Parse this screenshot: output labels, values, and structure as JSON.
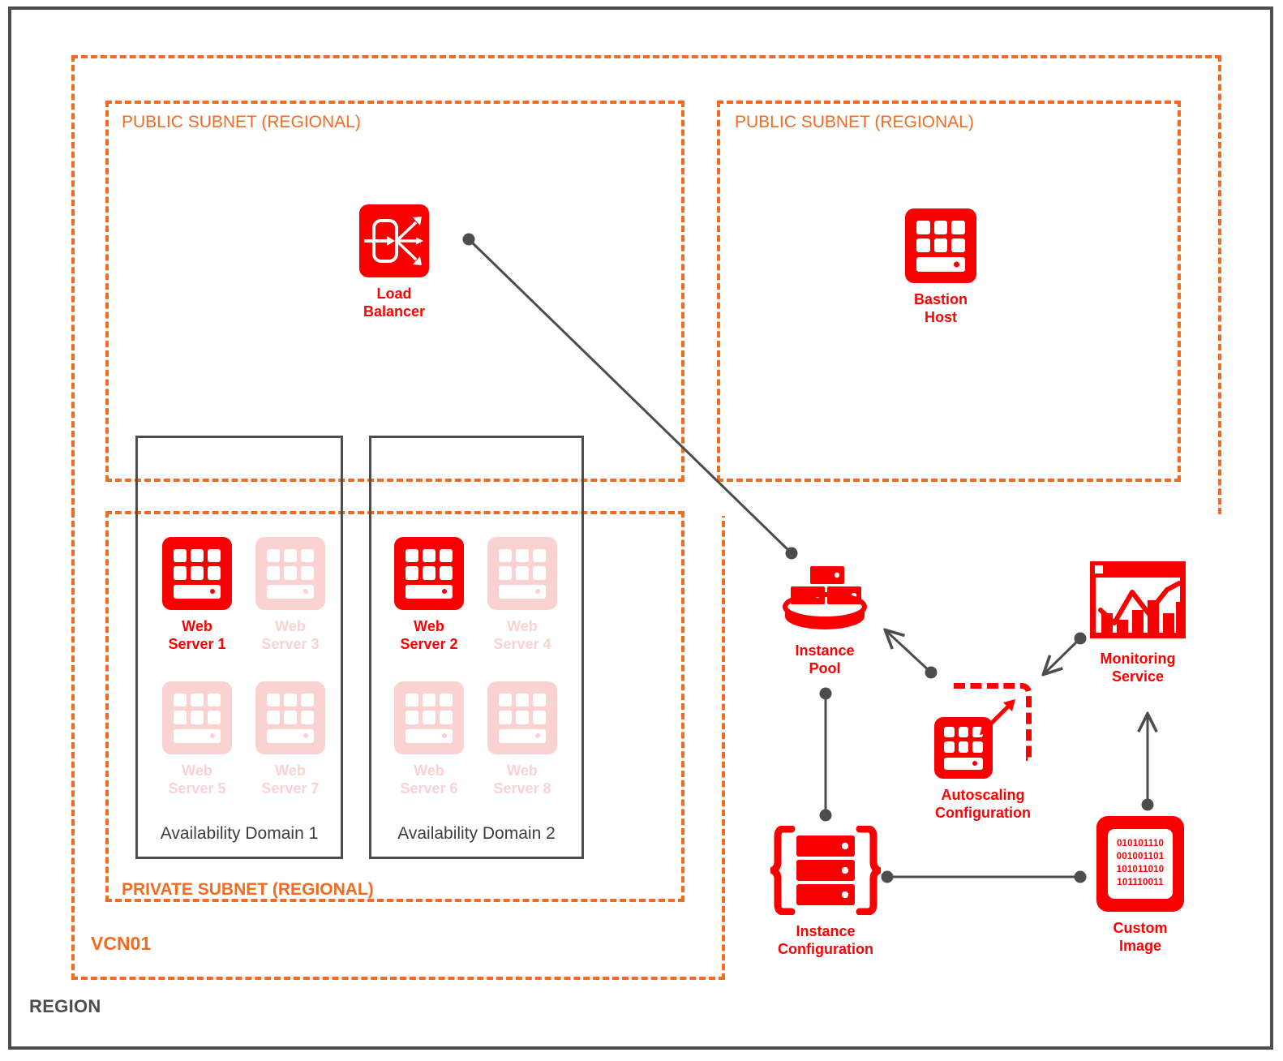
{
  "region": {
    "label": "REGION"
  },
  "vcn": {
    "label": "VCN01"
  },
  "subnets": {
    "public1": "PUBLIC SUBNET (REGIONAL)",
    "public2": "PUBLIC SUBNET (REGIONAL)",
    "private": "PRIVATE SUBNET (REGIONAL)"
  },
  "availability_domains": [
    {
      "label": "Availability Domain 1"
    },
    {
      "label": "Availability Domain 2"
    }
  ],
  "nodes": {
    "load_balancer": {
      "label": "Load\nBalancer",
      "icon": "load-balancer-icon"
    },
    "bastion_host": {
      "label": "Bastion\nHost",
      "icon": "compute-instance-icon"
    },
    "instance_pool": {
      "label": "Instance\nPool",
      "icon": "instance-pool-icon"
    },
    "autoscaling_configuration": {
      "label": "Autoscaling\nConfiguration",
      "icon": "autoscaling-icon"
    },
    "monitoring_service": {
      "label": "Monitoring\nService",
      "icon": "monitoring-chart-icon"
    },
    "instance_configuration": {
      "label": "Instance\nConfiguration",
      "icon": "instance-configuration-icon"
    },
    "custom_image": {
      "label": "Custom\nImage",
      "icon": "custom-image-icon"
    }
  },
  "web_servers": [
    {
      "id": "ws1",
      "label": "Web\nServer 1",
      "active": true,
      "domain": 1
    },
    {
      "id": "ws3",
      "label": "Web\nServer 3",
      "active": false,
      "domain": 1
    },
    {
      "id": "ws5",
      "label": "Web\nServer 5",
      "active": false,
      "domain": 1
    },
    {
      "id": "ws7",
      "label": "Web\nServer 7",
      "active": false,
      "domain": 1
    },
    {
      "id": "ws2",
      "label": "Web\nServer 2",
      "active": true,
      "domain": 2
    },
    {
      "id": "ws4",
      "label": "Web\nServer 4",
      "active": false,
      "domain": 2
    },
    {
      "id": "ws6",
      "label": "Web\nServer 6",
      "active": false,
      "domain": 2
    },
    {
      "id": "ws8",
      "label": "Web\nServer 8",
      "active": false,
      "domain": 2
    }
  ],
  "custom_image_bits": [
    "010101110",
    "001001101",
    "101011010",
    "101110011"
  ],
  "connections": [
    {
      "from": "load-balancer",
      "to": "instance-pool",
      "style": "dot-dot"
    },
    {
      "from": "autoscaling-configuration",
      "to": "instance-pool",
      "style": "dot-arrow"
    },
    {
      "from": "monitoring-service",
      "to": "autoscaling-configuration",
      "style": "dot-arrow"
    },
    {
      "from": "instance-pool",
      "to": "instance-configuration",
      "style": "dot-dot"
    },
    {
      "from": "instance-configuration",
      "to": "custom-image",
      "style": "dot-dot"
    },
    {
      "from": "custom-image",
      "to": "monitoring-service",
      "style": "dot-arrow"
    }
  ],
  "colors": {
    "oracle_red": "#ff0000",
    "icon_red": "#f80000",
    "faded_red": "#fbd2d2",
    "subnet_orange": "#f26b21",
    "frame_gray": "#4d4d4d",
    "connector_gray": "#4d4d4d"
  }
}
